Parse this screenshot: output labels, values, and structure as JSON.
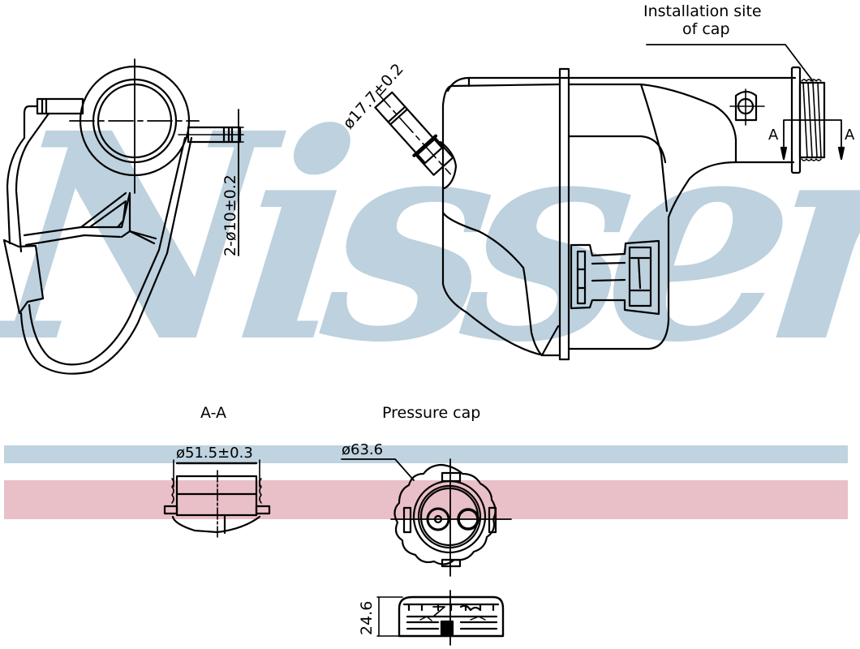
{
  "watermark": {
    "brand": "Nissens",
    "registered_mark": "®",
    "color": "#bdd1de"
  },
  "bands": {
    "blue_color": "#bfd3e0",
    "pink_color": "#e9bfc8"
  },
  "labels": {
    "installation_site_line1": "Installation site",
    "installation_site_line2": "of cap",
    "section_view": "A-A",
    "pressure_cap": "Pressure cap",
    "section_marker_left": "A",
    "section_marker_right": "A"
  },
  "dimensions": {
    "inlet_diameter": "ø17.7±0.2",
    "pipe_diameter": "2-ø10±0.2",
    "neck_diameter": "ø51.5±0.3",
    "cap_diameter": "ø63.6",
    "cap_height": "24.6"
  },
  "colors": {
    "line": "#000000",
    "background": "#ffffff"
  }
}
